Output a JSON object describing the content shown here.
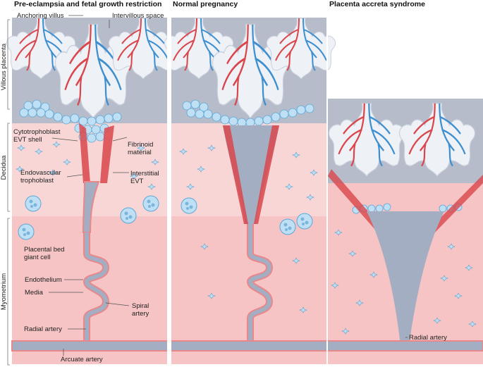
{
  "headers": {
    "panel1": "Pre-eclampsia and fetal growth restriction",
    "panel2": "Normal pregnancy",
    "panel3": "Placenta accreta syndrome"
  },
  "side_labels": {
    "villous": "Villous placenta",
    "decidua": "Decidua",
    "myometrium": "Myometrium"
  },
  "labels": {
    "anchoring_villus": "Anchoring villus",
    "intervillous_space": "Intervillous space",
    "cyto_line1": "Cytotrophoblast",
    "cyto_line2": "EVT shell",
    "fibrinoid_line1": "Fibrinoid",
    "fibrinoid_line2": "material",
    "endo_line1": "Endovascular",
    "endo_line2": "trophoblast",
    "interstitial_line1": "Interstitial",
    "interstitial_line2": "EVT",
    "giant_line1": "Placental bed",
    "giant_line2": "giant cell",
    "endothelium": "Endothelium",
    "media": "Media",
    "spiral_line1": "Spiral",
    "spiral_line2": "artery",
    "radial_artery_1": "Radial artery",
    "arcuate_artery": "Arcuate artery",
    "radial_artery_3": "Radial artery"
  },
  "colors": {
    "villous_bg": "#b7bccb",
    "decidua": "#f8d6d6",
    "myometrium": "#f6c4c4",
    "villus": "#eef1f6",
    "artery_red": "#d9464b",
    "vein_blue": "#3e8fd0",
    "vessel_lumen": "#a3aec2",
    "vessel_wall": "#e8888a",
    "cell_blue": "#bfe0f4"
  }
}
